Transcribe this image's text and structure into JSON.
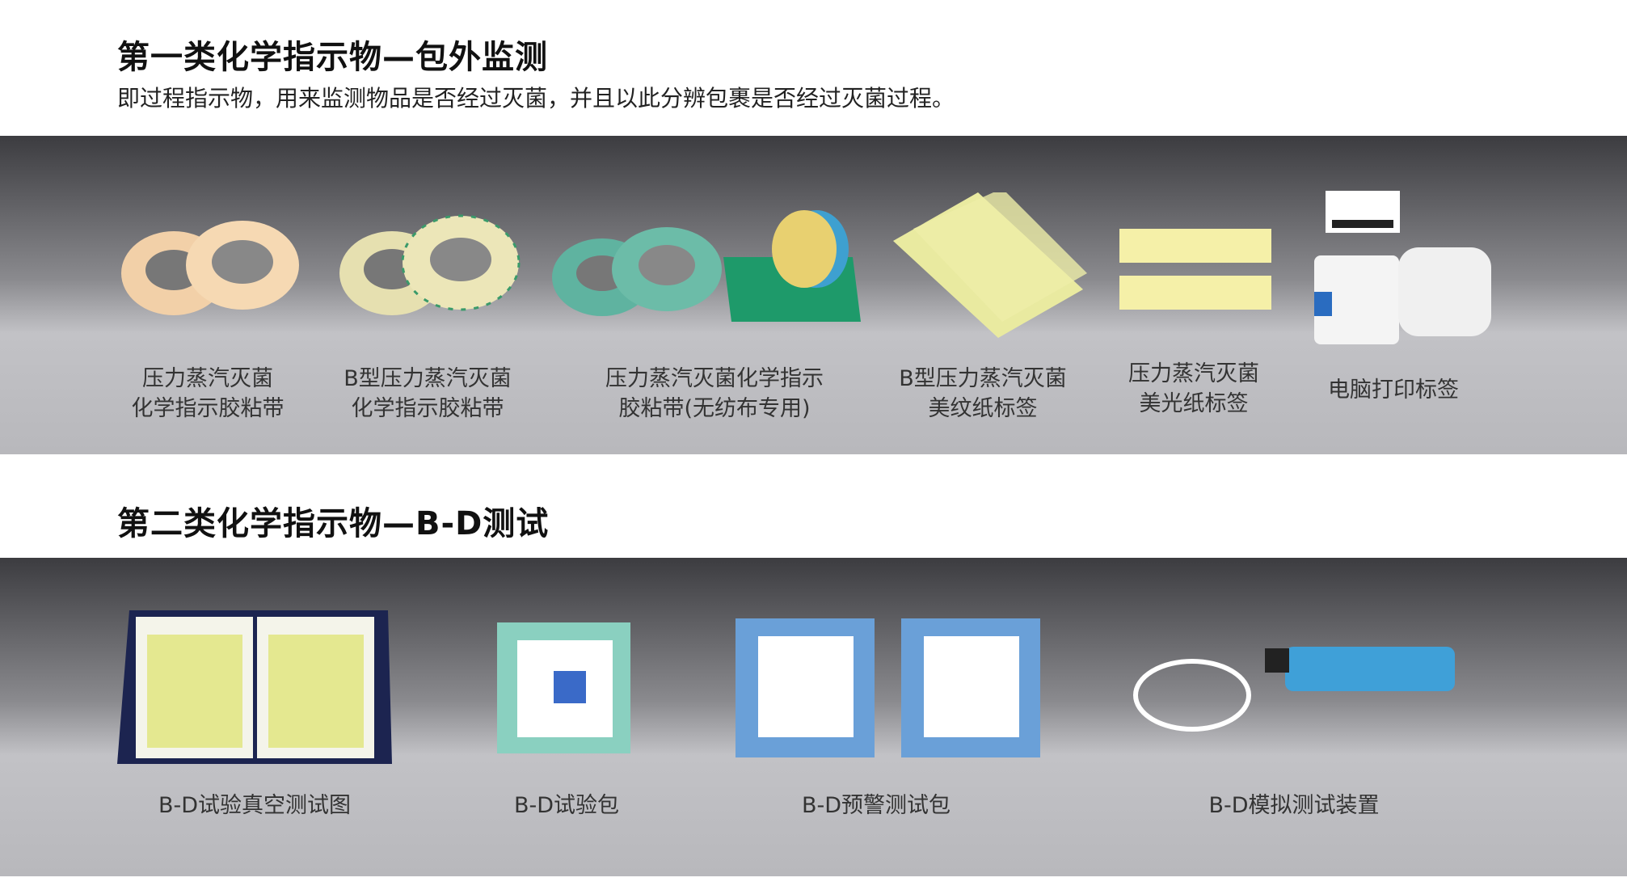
{
  "section1": {
    "title": "第一类化学指示物—包外监测",
    "subtitle": "即过程指示物，用来监测物品是否经过灭菌，并且以此分辨包裹是否经过灭菌过程。",
    "products": [
      {
        "line1": "压力蒸汽灭菌",
        "line2": "化学指示胶粘带"
      },
      {
        "line1": "B型压力蒸汽灭菌",
        "line2": "化学指示胶粘带"
      },
      {
        "line1": "压力蒸汽灭菌化学指示",
        "line2": "胶粘带(无纺布专用)"
      },
      {
        "line1": "B型压力蒸汽灭菌",
        "line2": "美纹纸标签"
      },
      {
        "line1": "压力蒸汽灭菌",
        "line2": "美光纸标签"
      },
      {
        "line1": "电脑打印标签",
        "line2": ""
      }
    ]
  },
  "section2": {
    "title": "第二类化学指示物—B-D测试",
    "products": [
      {
        "line1": "B-D试验真空测试图"
      },
      {
        "line1": "B-D试验包"
      },
      {
        "line1": "B-D预警测试包"
      },
      {
        "line1": "B-D模拟测试装置"
      }
    ]
  }
}
